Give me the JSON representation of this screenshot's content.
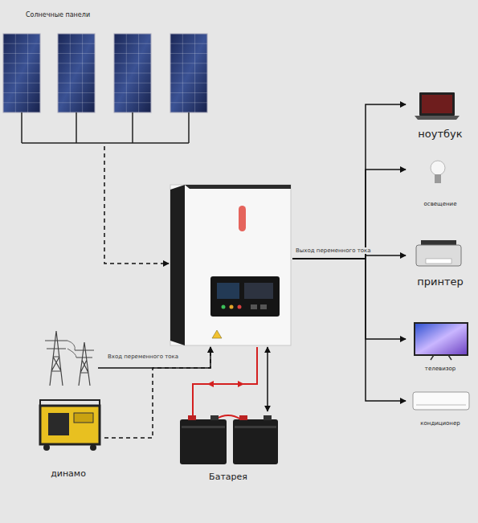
{
  "diagram": {
    "nodes": [
      {
        "text": [
          "Солнечные панели"
        ]
      },
      {
        "text": []
      },
      {
        "text": [
          "ноутбук"
        ]
      },
      {
        "text": [
          "освещение"
        ]
      },
      {
        "text": [
          "принтер"
        ]
      },
      {
        "text": [
          "телевизор"
        ]
      },
      {
        "text": [
          "кондиционер"
        ]
      },
      {
        "text": []
      },
      {
        "text": [
          "динамо"
        ]
      },
      {
        "text": [
          "Батарея"
        ]
      }
    ],
    "edges": [
      {
        "from": 0,
        "to": 1,
        "arrow": "to"
      },
      {
        "from": 7,
        "to": 1,
        "label": "Вход переменного тока",
        "arrow": "to"
      },
      {
        "from": 8,
        "to": 1,
        "arrow": "to"
      },
      {
        "from": 9,
        "to": 1,
        "arrow": "both"
      },
      {
        "from": 1,
        "to": 2,
        "arrow": "to"
      },
      {
        "from": 1,
        "to": 3,
        "arrow": "to"
      },
      {
        "from": 1,
        "to": 4,
        "arrow": "to"
      },
      {
        "from": 1,
        "to": 5,
        "arrow": "to"
      },
      {
        "from": 1,
        "to": 6,
        "arrow": "to"
      }
    ],
    "labels": [
      "Выход переменного тока"
    ]
  }
}
